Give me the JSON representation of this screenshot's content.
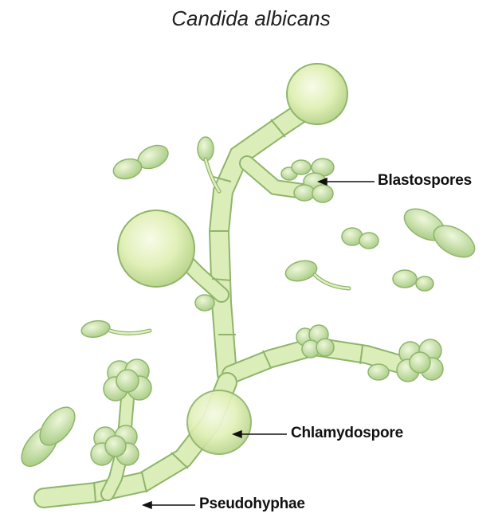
{
  "diagram": {
    "title": "Candida albicans",
    "labels": {
      "blastospores": "Blastospores",
      "chlamydospore": "Chlamydospore",
      "pseudohyphae": "Pseudohyphae"
    },
    "colors": {
      "cell_fill": "#d9ecb4",
      "cell_highlight": "#f2f9e2",
      "cell_stroke": "#8fb56a",
      "text": "#111111"
    }
  }
}
